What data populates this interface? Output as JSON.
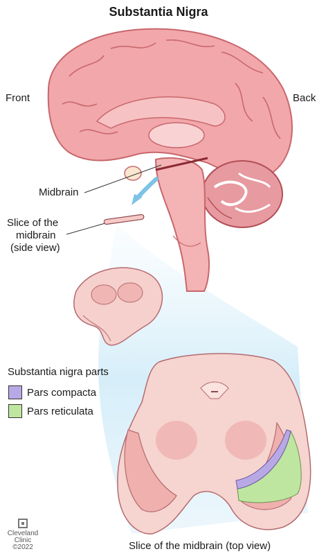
{
  "title": "Substantia Nigra",
  "labels": {
    "front": "Front",
    "back": "Back",
    "midbrain": "Midbrain",
    "slice_side": [
      "Slice of the",
      "midbrain",
      "(side view)"
    ],
    "slice_top": "Slice of the midbrain (top view)"
  },
  "legend": {
    "title": "Substantia nigra parts",
    "items": [
      {
        "label": "Pars compacta",
        "color": "#b9a8e6"
      },
      {
        "label": "Pars reticulata",
        "color": "#bfe6a0"
      }
    ]
  },
  "logo": {
    "line1": "Cleveland",
    "line2": "Clinic",
    "year": "©2022"
  },
  "colors": {
    "brain": "#f2a7aa",
    "brain_dark": "#c8676d",
    "glow": "#d9eef8",
    "arrow": "#7cc3e6",
    "tissue": "#f6c9c6"
  }
}
